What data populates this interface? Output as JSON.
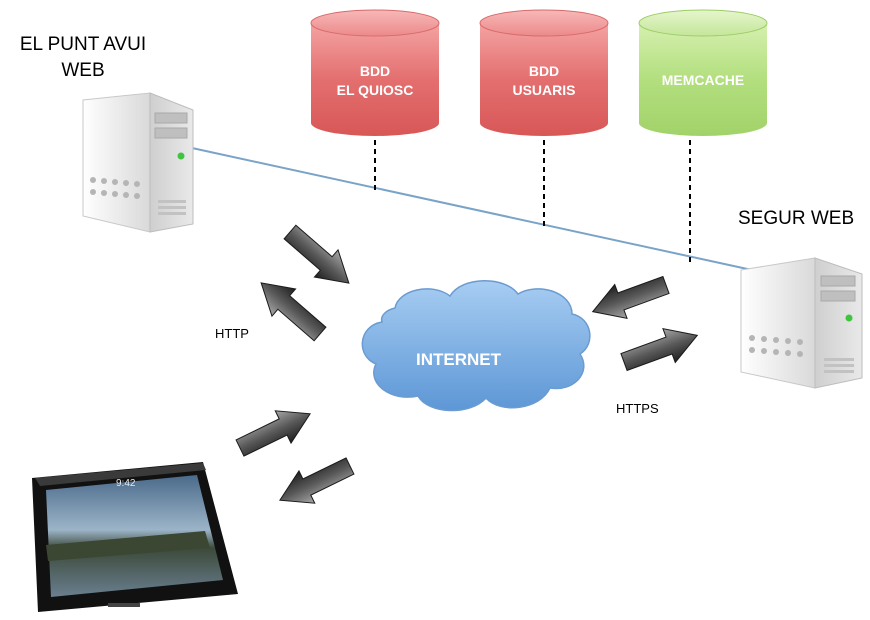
{
  "nodes": {
    "web_server": {
      "title_line1": "EL PUNT AVUI",
      "title_line2": "WEB"
    },
    "secure_server": {
      "title": "SEGUR WEB"
    },
    "internet": {
      "label": "INTERNET"
    },
    "db_quiosc": {
      "line1": "BDD",
      "line2": "EL QUIOSC",
      "color": "#e86a6a"
    },
    "db_usuaris": {
      "line1": "BDD",
      "line2": "USUARIS",
      "color": "#e86a6a"
    },
    "memcache": {
      "line1": "MEMCACHE",
      "color": "#aedb7a"
    },
    "tablet": {
      "clock": "9:42"
    }
  },
  "protocols": {
    "http": "HTTP",
    "https": "HTTPS"
  },
  "colors": {
    "link_line": "#7aa3c8",
    "arrow_dark": "#2a2a2a",
    "arrow_light": "#9a9a9a",
    "cloud": "#6aa6de"
  }
}
